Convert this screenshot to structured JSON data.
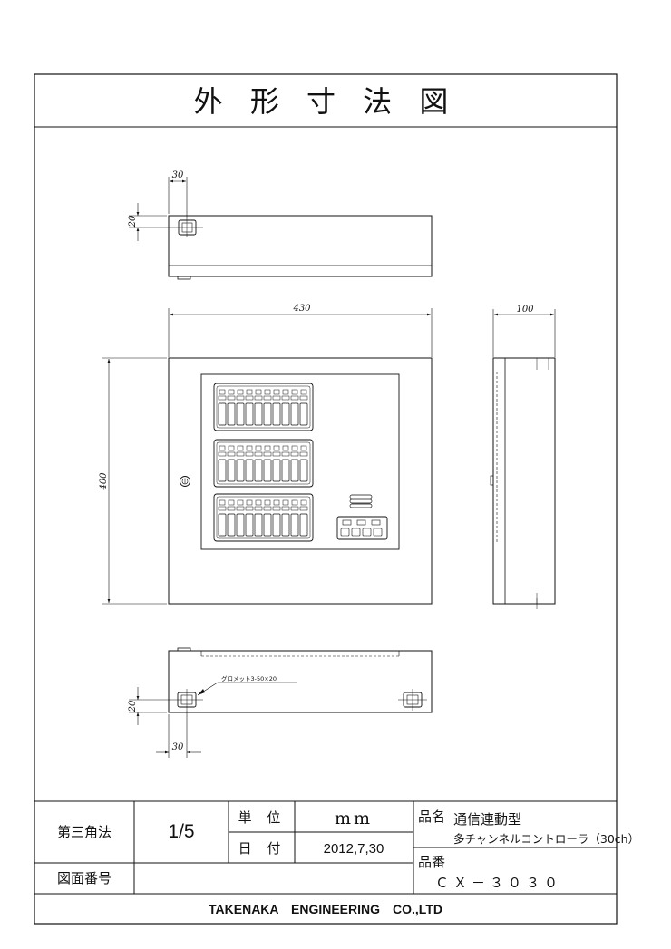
{
  "title": "外 形 寸 法 図",
  "dimensions": {
    "top_width": "30",
    "top_height": "20",
    "overall_width": "430",
    "overall_height": "400",
    "depth": "100",
    "bottom_height": "20",
    "bottom_width": "30",
    "grommet_note": "グロメット3-50×20"
  },
  "title_block": {
    "projection": "第三角法",
    "scale": "1/5",
    "unit_label": "単 位",
    "unit_value": "mm",
    "date_label": "日 付",
    "date_value": "2012,7,30",
    "product_name_label": "品名",
    "product_name_line1": "通信連動型",
    "product_name_line2": "多チャンネルコントローラ（30ch）",
    "part_no_label": "品番",
    "part_no_value": "ＣＸ－３０３０",
    "drawing_no_label": "図面番号",
    "drawing_no_value": "",
    "company": "TAKENAKA　ENGINEERING　CO.,LTD"
  }
}
